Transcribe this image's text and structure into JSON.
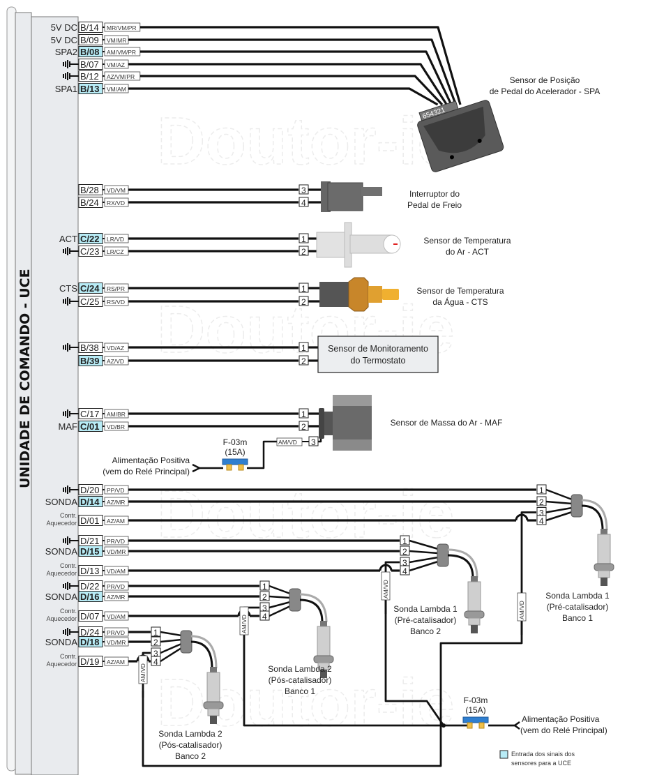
{
  "ecu": {
    "title": "UNIDADE DE COMANDO - UCE",
    "highlight_color": "#b8ecf6",
    "panel_color": "#e9ebee"
  },
  "watermark": "Doutor-ie",
  "pins": [
    {
      "label": "5V DC",
      "ground": false,
      "pin": "B/14",
      "signal": false,
      "wire": "MR/VM/PR",
      "conn": ""
    },
    {
      "label": "5V DC",
      "ground": false,
      "pin": "B/09",
      "signal": false,
      "wire": "VM/MR",
      "conn": ""
    },
    {
      "label": "SPA2",
      "ground": false,
      "pin": "B/08",
      "signal": true,
      "wire": "AM/VM/PR",
      "conn": ""
    },
    {
      "label": "",
      "ground": true,
      "pin": "B/07",
      "signal": false,
      "wire": "VM/AZ",
      "conn": ""
    },
    {
      "label": "",
      "ground": true,
      "pin": "B/12",
      "signal": false,
      "wire": "AZ/VM/PR",
      "conn": ""
    },
    {
      "label": "SPA1",
      "ground": false,
      "pin": "B/13",
      "signal": true,
      "wire": "VM/AM",
      "conn": ""
    },
    {
      "label": "",
      "ground": false,
      "pin": "B/28",
      "signal": false,
      "wire": "VD/VM",
      "conn": "3"
    },
    {
      "label": "",
      "ground": false,
      "pin": "B/24",
      "signal": false,
      "wire": "RX/VD",
      "conn": "4"
    },
    {
      "label": "ACT",
      "ground": false,
      "pin": "C/22",
      "signal": true,
      "wire": "LR/VD",
      "conn": "1"
    },
    {
      "label": "",
      "ground": true,
      "pin": "C/23",
      "signal": false,
      "wire": "LR/CZ",
      "conn": "2"
    },
    {
      "label": "CTS",
      "ground": false,
      "pin": "C/24",
      "signal": true,
      "wire": "RS/PR",
      "conn": "1"
    },
    {
      "label": "",
      "ground": true,
      "pin": "C/25",
      "signal": false,
      "wire": "RS/VD",
      "conn": "2"
    },
    {
      "label": "",
      "ground": true,
      "pin": "B/38",
      "signal": false,
      "wire": "VD/AZ",
      "conn": "1"
    },
    {
      "label": "",
      "ground": false,
      "pin": "B/39",
      "signal": true,
      "wire": "AZ/VD",
      "conn": "2"
    },
    {
      "label": "",
      "ground": true,
      "pin": "C/17",
      "signal": false,
      "wire": "AM/BR",
      "conn": "1"
    },
    {
      "label": "MAF",
      "ground": false,
      "pin": "C/01",
      "signal": true,
      "wire": "VD/BR",
      "conn": "2"
    },
    {
      "label": "",
      "ground": true,
      "pin": "D/20",
      "signal": false,
      "wire": "PP/VD",
      "conn": "1"
    },
    {
      "label": "SONDA",
      "ground": false,
      "pin": "D/14",
      "signal": true,
      "wire": "AZ/MR",
      "conn": "2"
    },
    {
      "label": "Contr. Aquecedor",
      "ground": false,
      "pin": "D/01",
      "signal": false,
      "wire": "AZ/AM",
      "conn": "4"
    },
    {
      "label": "",
      "ground": true,
      "pin": "D/21",
      "signal": false,
      "wire": "PR/VD",
      "conn": "1"
    },
    {
      "label": "SONDA",
      "ground": false,
      "pin": "D/15",
      "signal": true,
      "wire": "VD/MR",
      "conn": "2"
    },
    {
      "label": "Contr. Aquecedor",
      "ground": false,
      "pin": "D/13",
      "signal": false,
      "wire": "VD/AM",
      "conn": "4"
    },
    {
      "label": "",
      "ground": true,
      "pin": "D/22",
      "signal": false,
      "wire": "PR/VD",
      "conn": "1"
    },
    {
      "label": "SONDA",
      "ground": false,
      "pin": "D/16",
      "signal": true,
      "wire": "AZ/MR",
      "conn": "2"
    },
    {
      "label": "Contr. Aquecedor",
      "ground": false,
      "pin": "D/07",
      "signal": false,
      "wire": "VD/AM",
      "conn": "4"
    },
    {
      "label": "",
      "ground": true,
      "pin": "D/24",
      "signal": false,
      "wire": "PR/VD",
      "conn": "1"
    },
    {
      "label": "SONDA",
      "ground": false,
      "pin": "D/18",
      "signal": true,
      "wire": "VD/MR",
      "conn": "2"
    },
    {
      "label": "Contr. Aquecedor",
      "ground": false,
      "pin": "D/19",
      "signal": false,
      "wire": "AZ/AM",
      "conn": "4"
    }
  ],
  "components": {
    "spa": {
      "line1": "Sensor de Posição",
      "line2": "de Pedal do Acelerador - SPA",
      "connector": "654321"
    },
    "brake": {
      "line1": "Interruptor do",
      "line2": "Pedal de Freio"
    },
    "act": {
      "line1": "Sensor de Temperatura",
      "line2": "do Ar - ACT"
    },
    "cts": {
      "line1": "Sensor de Temperatura",
      "line2": "da Água - CTS"
    },
    "thermo": {
      "line1": "Sensor de Monitoramento",
      "line2": "do Termostato"
    },
    "maf": {
      "line1": "Sensor de Massa do Ar - MAF",
      "pin3": "3",
      "pin3_wire": "AM/VD"
    },
    "lambda_pre_b1": {
      "line1": "Sonda Lambda 1",
      "line2": "(Pré-catalisador)",
      "line3": "Banco 1"
    },
    "lambda_pre_b2": {
      "line1": "Sonda Lambda 1",
      "line2": "(Pré-catalisador)",
      "line3": "Banco 2"
    },
    "lambda_pos_b1": {
      "line1": "Sonda Lambda 2",
      "line2": "(Pós-catalisador)",
      "line3": "Banco 1"
    },
    "lambda_pos_b2": {
      "line1": "Sonda Lambda 2",
      "line2": "(Pós-catalisador)",
      "line3": "Banco 2"
    }
  },
  "fuses": [
    {
      "name": "F-03m",
      "rating": "(15A)",
      "source1": "Alimentação Positiva",
      "source2": "(vem do Relé Principal)"
    },
    {
      "name": "F-03m",
      "rating": "(15A)",
      "source1": "Alimentação Positiva",
      "source2": "(vem do Relé Principal)"
    }
  ],
  "heater_wire": "AM/VD",
  "sonda_pins": [
    "1",
    "2",
    "3",
    "4"
  ],
  "legend": {
    "line1": "Entrada dos sinais dos",
    "line2": "sensores para a UCE",
    "swatch_color": "#b8ecf6"
  }
}
